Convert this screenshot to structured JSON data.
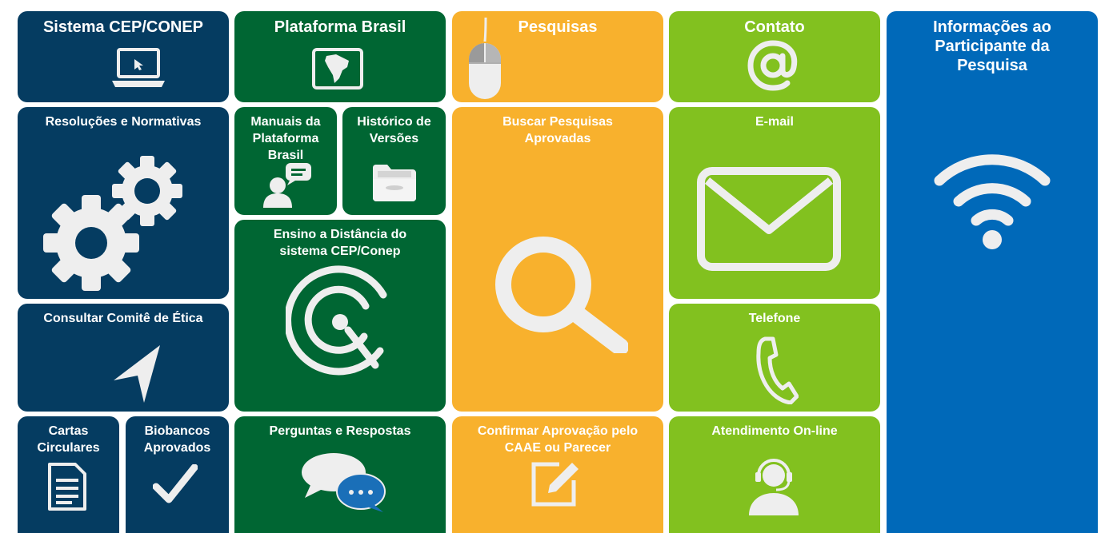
{
  "colors": {
    "navy": "#053c61",
    "green": "#006633",
    "orange": "#f8b12d",
    "lime": "#82c11f",
    "blue": "#0069b9",
    "icon": "#eeeeee"
  },
  "tiles": {
    "sistema": {
      "title": "Sistema CEP/CONEP",
      "icon": "laptop-icon"
    },
    "resolucoes": {
      "title": "Resoluções e Normativas",
      "icon": "gears-icon"
    },
    "consultar": {
      "title": "Consultar Comitê de Ética",
      "icon": "location-arrow-icon"
    },
    "cartas": {
      "title_line1": "Cartas",
      "title_line2": "Circulares",
      "icon": "document-icon"
    },
    "biobancos": {
      "title_line1": "Biobancos",
      "title_line2": "Aprovados",
      "icon": "checkmark-icon"
    },
    "plataforma": {
      "title": "Plataforma Brasil",
      "icon": "map-icon"
    },
    "manuais": {
      "title_line1": "Manuais da",
      "title_line2": "Plataforma",
      "title_line3": "Brasil",
      "icon": "person-chat-icon"
    },
    "historico": {
      "title_line1": "Histórico de",
      "title_line2": "Versões",
      "icon": "folder-icon"
    },
    "ensino": {
      "title_line1": "Ensino a Distância do",
      "title_line2": "sistema CEP/Conep",
      "icon": "ead-logo-icon"
    },
    "perguntas": {
      "title": "Perguntas e Respostas",
      "icon": "chat-bubbles-icon"
    },
    "pesquisas": {
      "title": "Pesquisas",
      "icon": "mouse-icon"
    },
    "buscar": {
      "title_line1": "Buscar Pesquisas",
      "title_line2": "Aprovadas",
      "icon": "search-icon"
    },
    "confirmar": {
      "title_line1": "Confirmar Aprovação pelo",
      "title_line2": "CAAE ou Parecer",
      "icon": "edit-icon"
    },
    "contato": {
      "title": "Contato",
      "icon": "at-icon"
    },
    "email": {
      "title": "E-mail",
      "icon": "envelope-icon"
    },
    "telefone": {
      "title": "Telefone",
      "icon": "phone-icon"
    },
    "atendimento": {
      "title": "Atendimento On-line",
      "icon": "headset-icon"
    },
    "informacoes": {
      "title_line1": "Informações ao",
      "title_line2": "Participante da",
      "title_line3": "Pesquisa",
      "icon": "wifi-icon"
    }
  }
}
